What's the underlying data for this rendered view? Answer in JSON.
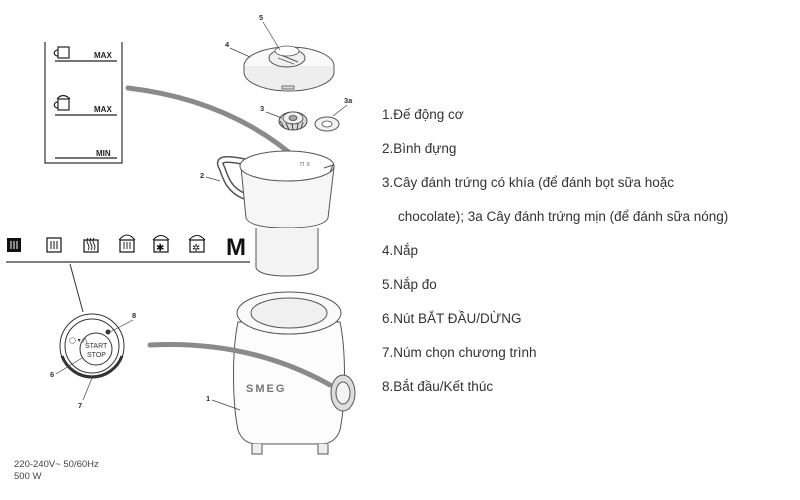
{
  "inset": {
    "max_label_1": "MAX",
    "max_label_2": "MAX",
    "min_label": "MIN"
  },
  "callouts": {
    "n1": "1",
    "n2": "2",
    "n3": "3",
    "n3a": "3a",
    "n4": "4",
    "n5": "5",
    "n6": "6",
    "n7": "7",
    "n8": "8"
  },
  "mode_bar": {
    "manual_label": "M",
    "icons": [
      "hot-milk-froth-icon",
      "hot-milk-froth-light-icon",
      "hot-milk-icon",
      "hot-chocolate-icon",
      "cold-froth-icon",
      "cold-froth-light-icon"
    ]
  },
  "dial": {
    "line1": "START",
    "line2": "STOP"
  },
  "brand": "SMEG",
  "legend": [
    "1.Đế động cơ",
    "2.Bình đựng",
    "3.Cây đánh trứng có khía (để đánh bọt sữa hoặc",
    "chocolate); 3a Cây đánh trứng mịn (để đánh sữa nóng)",
    "4.Nắp",
    "5.Nắp đo",
    "6.Nút BẮT ĐẦU/DỪNG",
    "7.Núm chọn chương trình",
    "8.Bắt đầu/Kết thúc"
  ],
  "specs": {
    "voltage": "220-240V~ 50/60Hz",
    "power": "500 W"
  }
}
